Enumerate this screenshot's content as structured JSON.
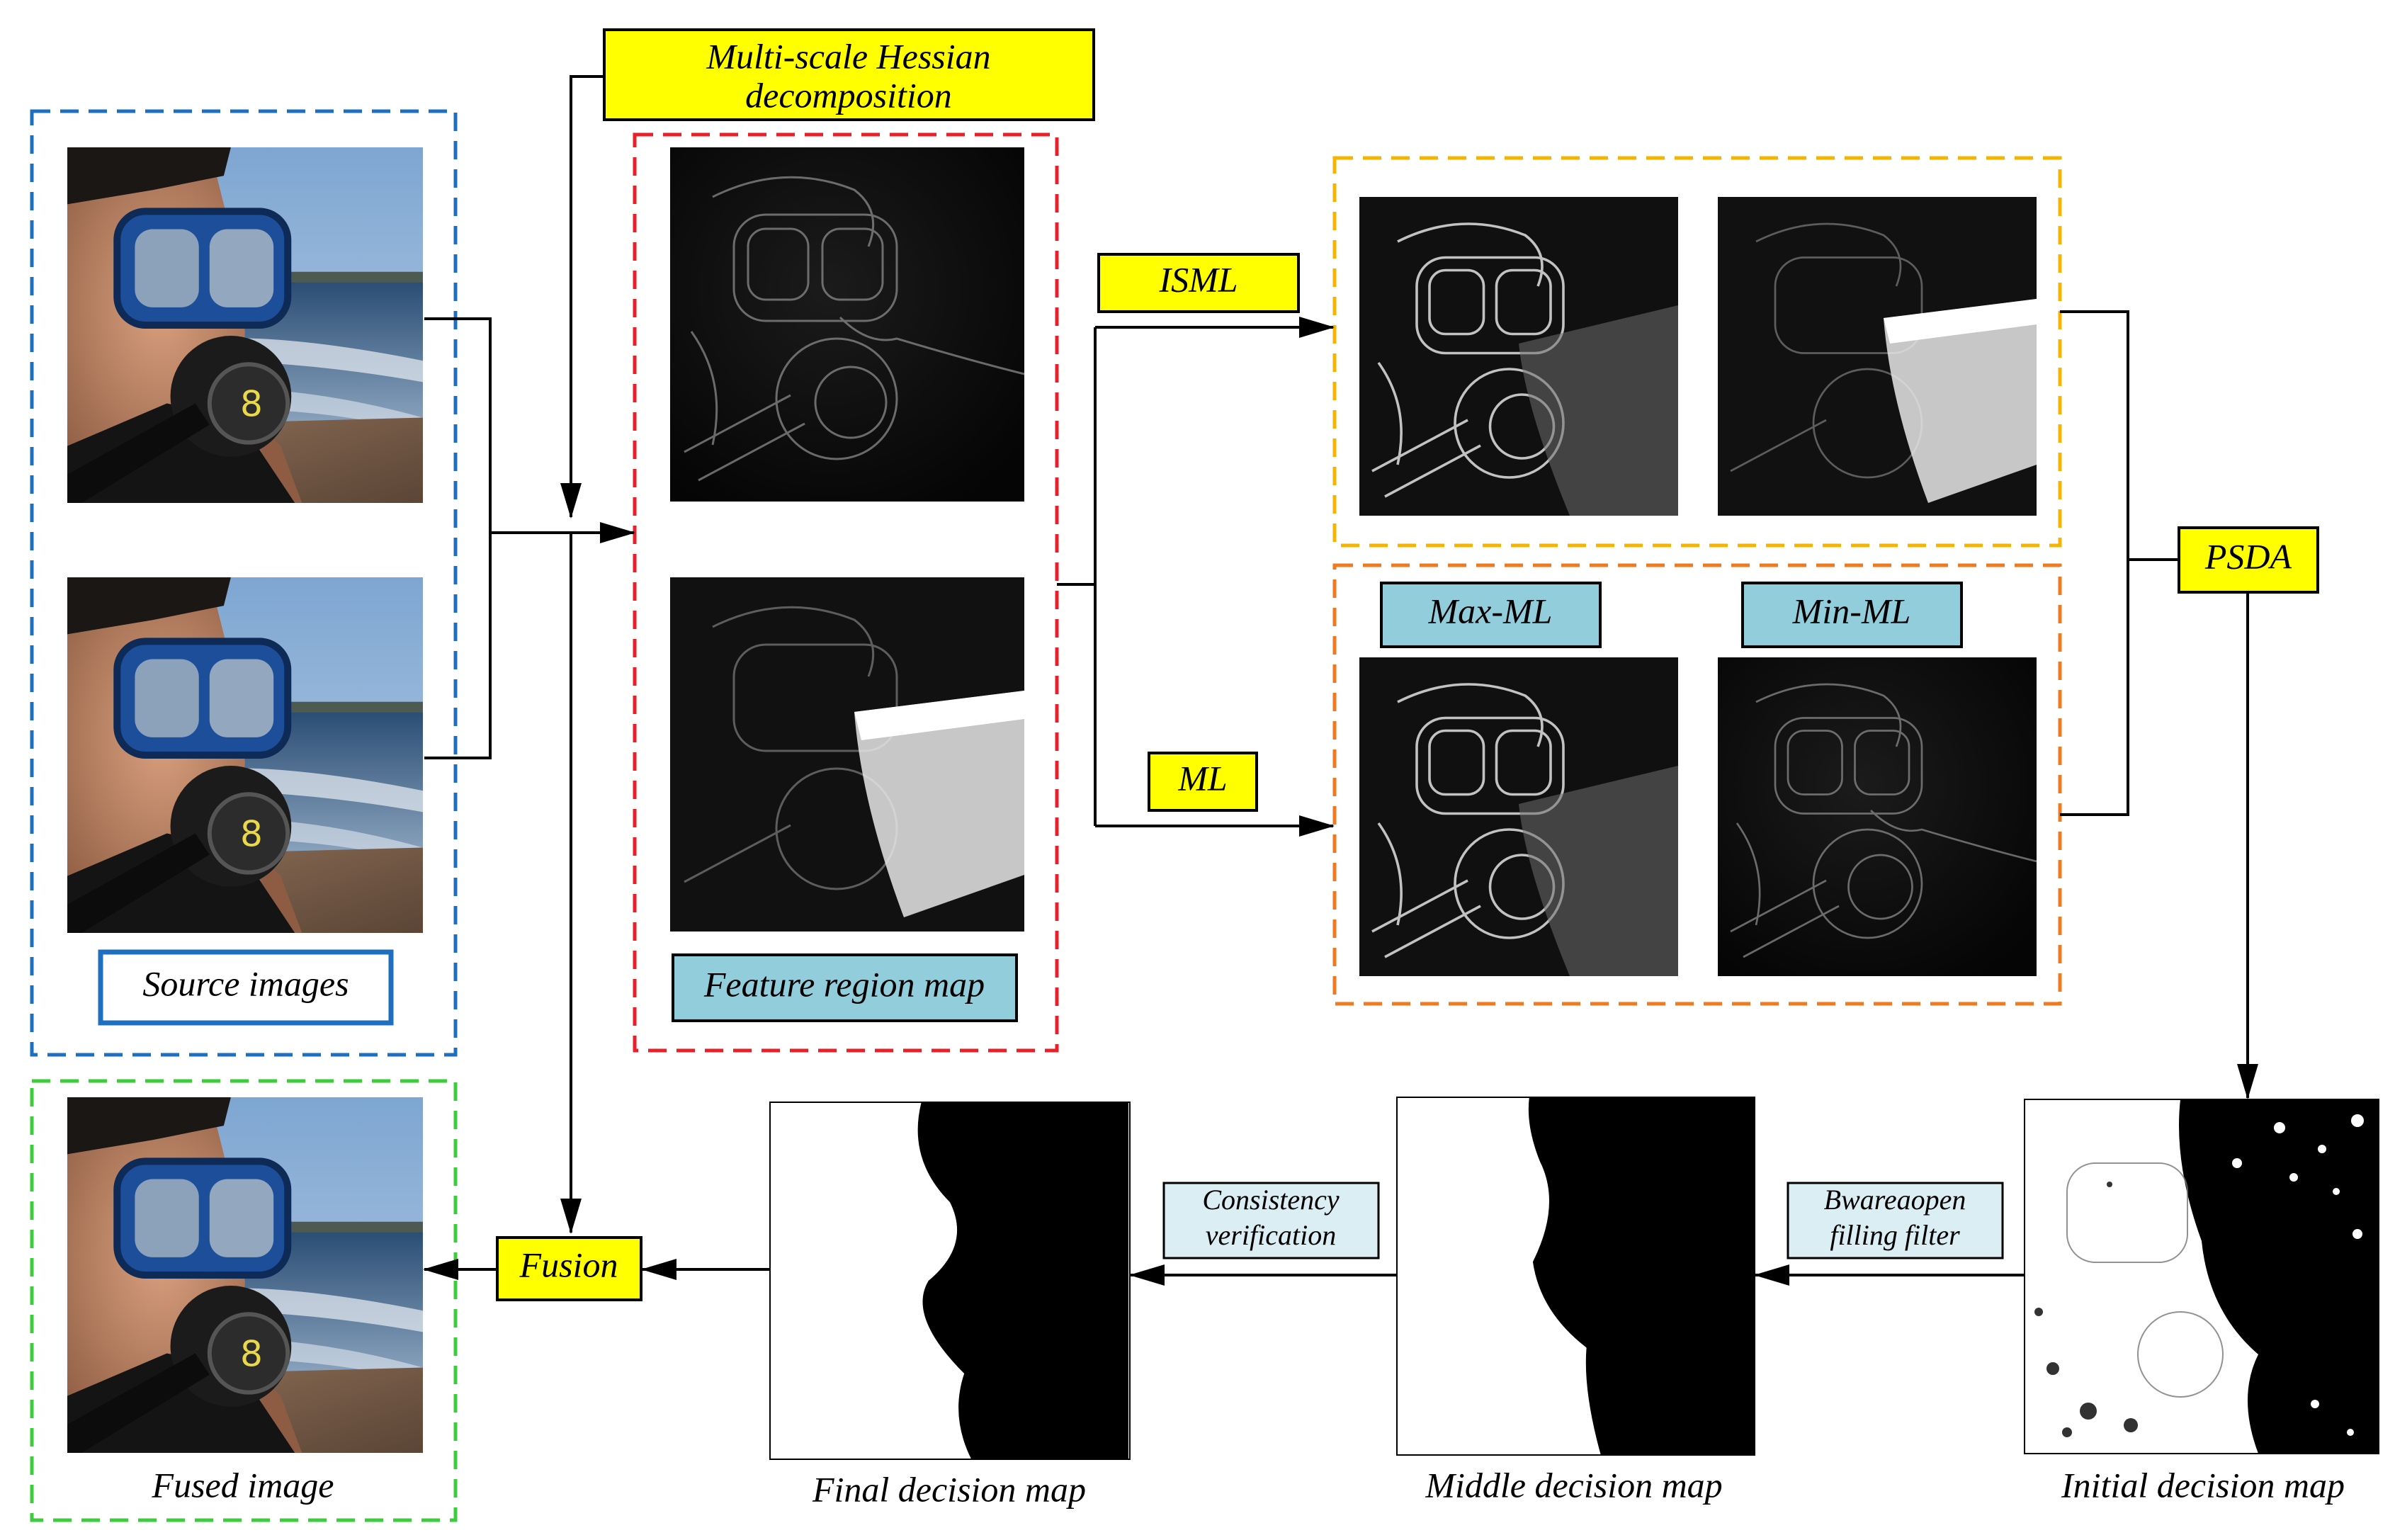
{
  "labels": {
    "hessian_line1": "Multi-scale Hessian",
    "hessian_line2": "decomposition",
    "isml": "ISML",
    "ml": "ML",
    "max_ml": "Max-ML",
    "min_ml": "Min-ML",
    "psda": "PSDA",
    "source_images": "Source images",
    "feature_region_map": "Feature region map",
    "fused_image": "Fused image",
    "fusion": "Fusion",
    "consistency_line1": "Consistency",
    "consistency_line2": "verification",
    "bwareaopen_line1": "Bwareaopen",
    "bwareaopen_line2": "filling filter",
    "final_decision_map": "Final decision map",
    "middle_decision_map": "Middle decision map",
    "initial_decision_map": "Initial decision map"
  },
  "colors": {
    "source_frame": "#1f6fbf",
    "feature_frame": "#e8202a",
    "isml_frame": "#f5b400",
    "ml_frame": "#f07a20",
    "fused_frame": "#3ccc3c",
    "yellow_box": "#ffff00",
    "teal_box": "#92cddc",
    "light_box": "#dbeef3"
  }
}
